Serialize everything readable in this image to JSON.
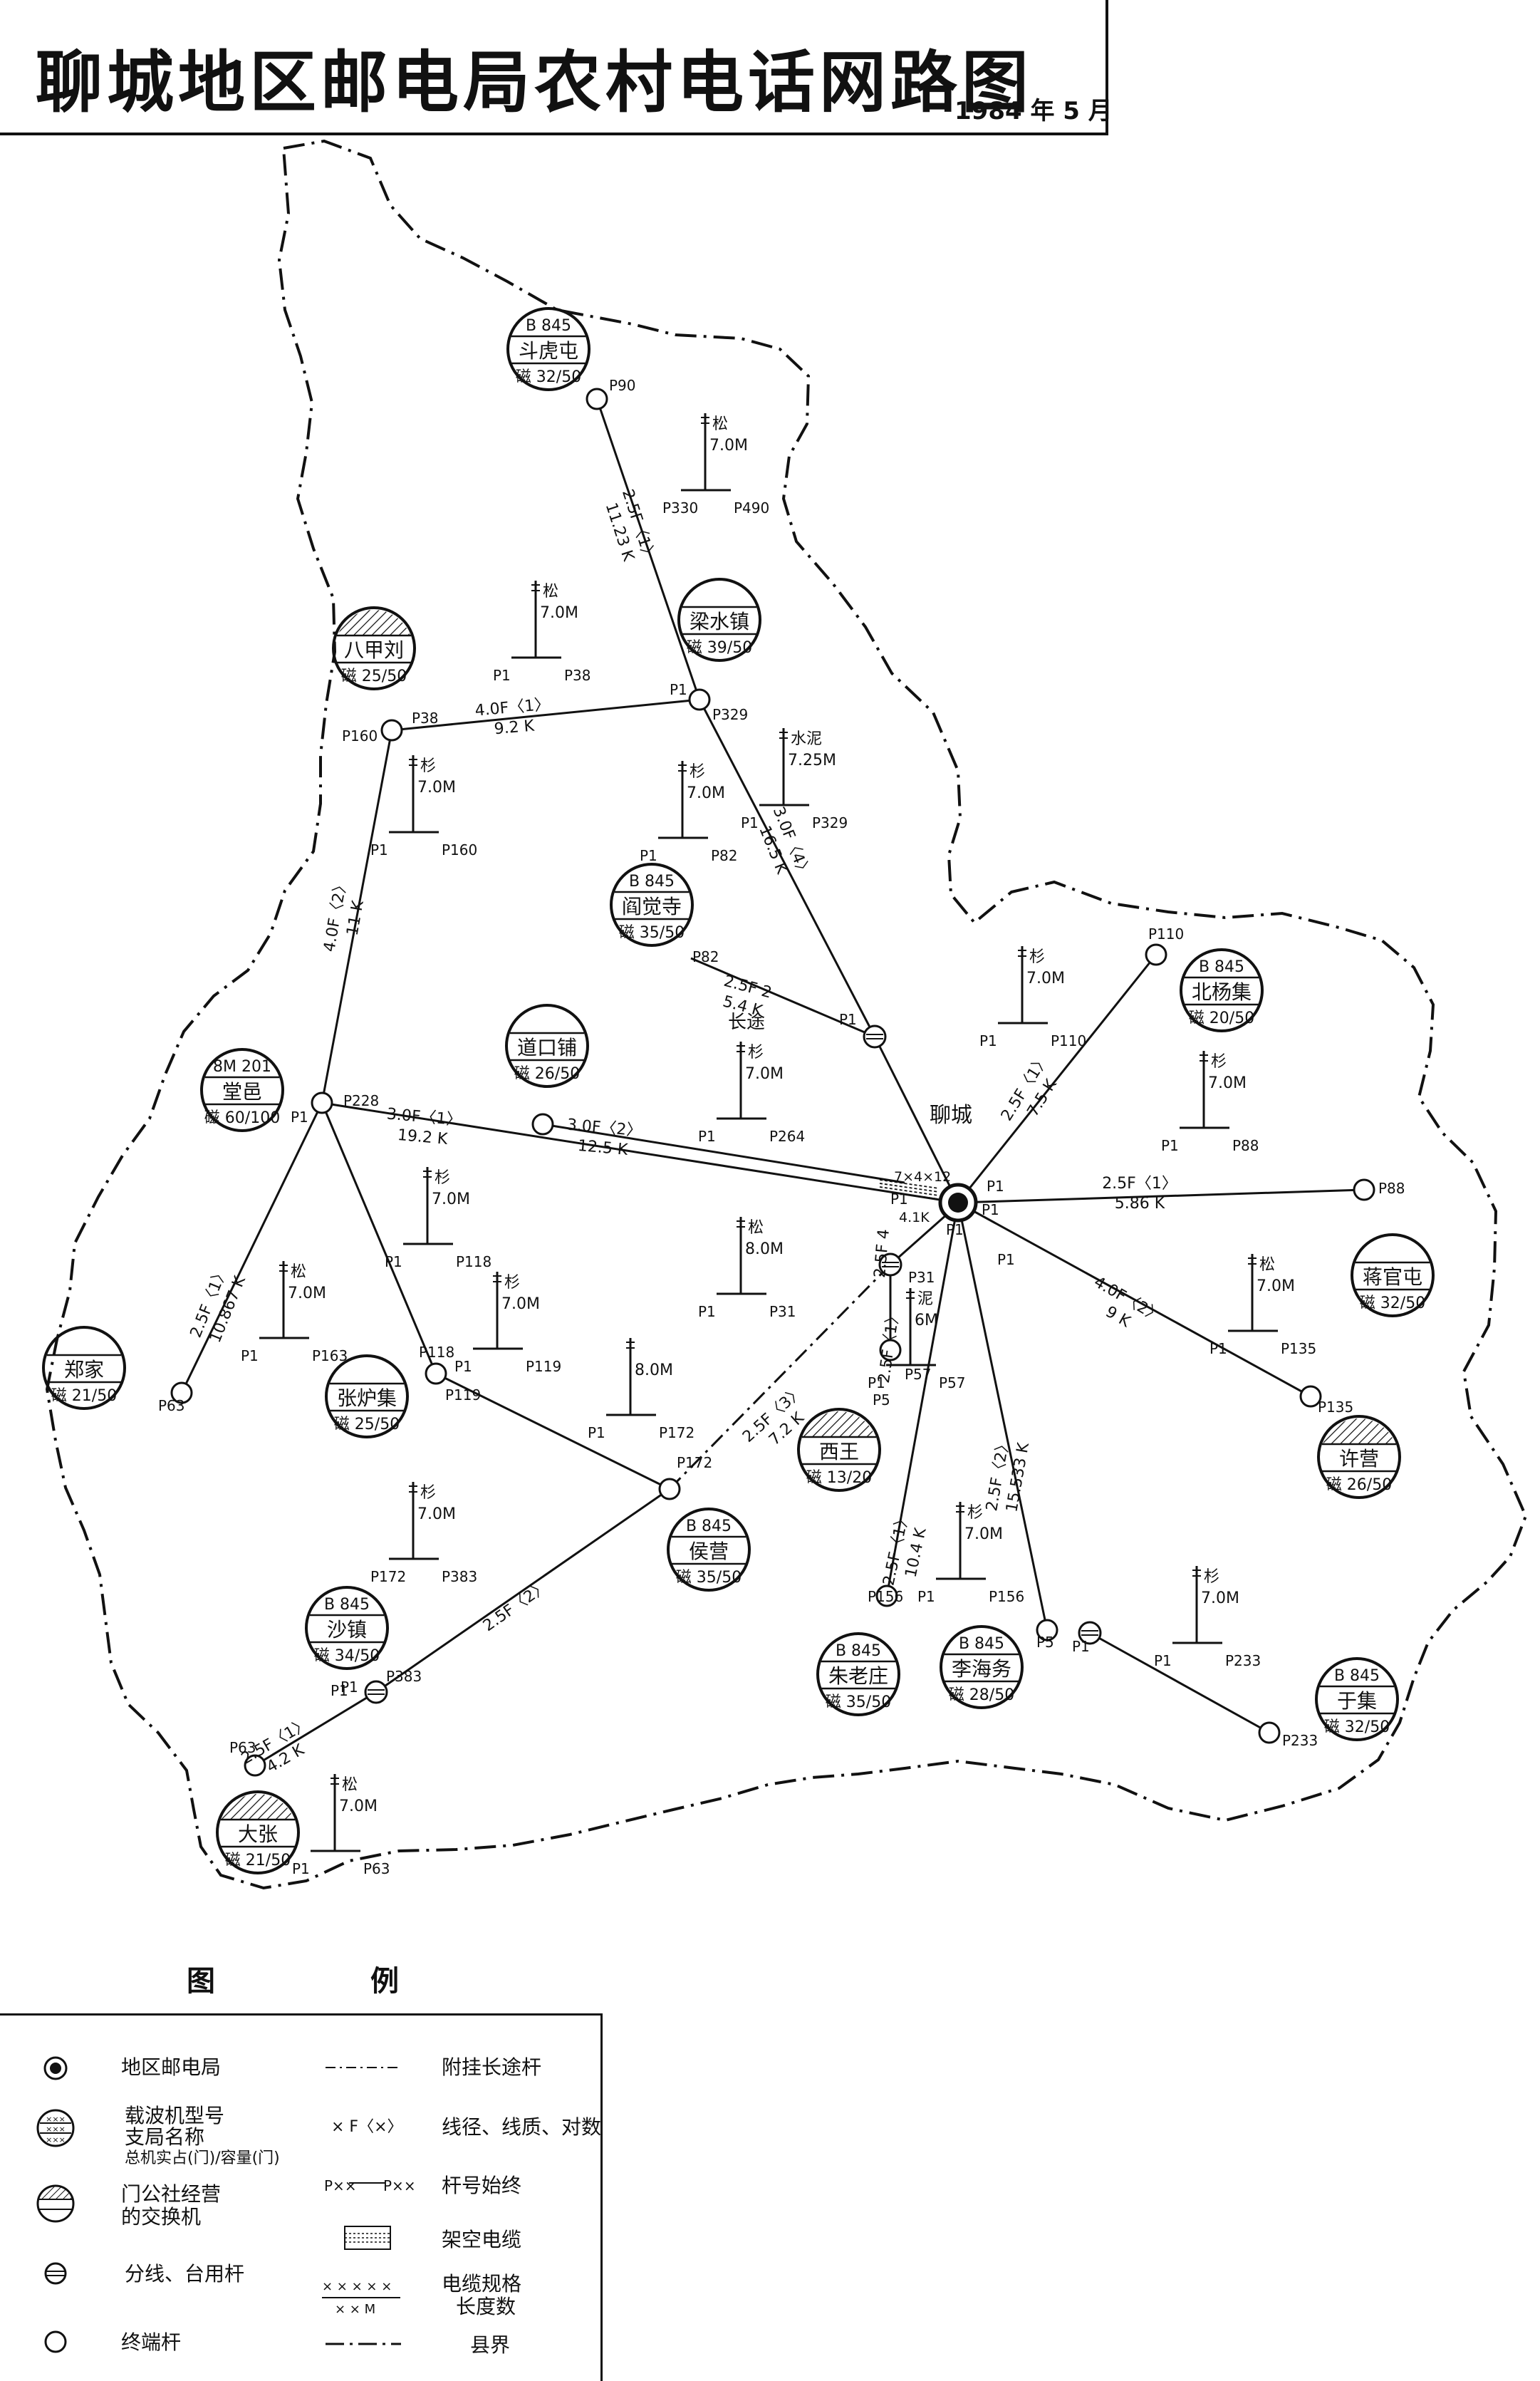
{
  "header": {
    "title": "聊城地区邮电局农村电话网路图",
    "date": "1984 年 5 月"
  },
  "map": {
    "hub": {
      "label": "聊城",
      "trunk_label": "7×4×12",
      "trunk_len": "4.1K"
    },
    "exchanges": [
      {
        "id": "douhutun",
        "model": "B 845",
        "name": "斗虎屯",
        "capacity": "磁 32/50"
      },
      {
        "id": "liangshuizhen",
        "model": "",
        "name": "梁水镇",
        "capacity": "磁 39/50"
      },
      {
        "id": "bajialiu",
        "model": "",
        "name": "八甲刘",
        "capacity": "磁 25/50"
      },
      {
        "id": "yanjuesi",
        "model": "B 845",
        "name": "阎觉寺",
        "capacity": "磁 35/50"
      },
      {
        "id": "beiyangji",
        "model": "B 845",
        "name": "北杨集",
        "capacity": "磁 20/50"
      },
      {
        "id": "tangyi",
        "model": "8M 201",
        "name": "堂邑",
        "capacity": "磁 60/100"
      },
      {
        "id": "daokoupu",
        "model": "",
        "name": "道口铺",
        "capacity": "磁 26/50"
      },
      {
        "id": "zhengjia",
        "model": "",
        "name": "郑家",
        "capacity": "磁 21/50"
      },
      {
        "id": "zhangluji",
        "model": "",
        "name": "张炉集",
        "capacity": "磁 25/50"
      },
      {
        "id": "xiwang",
        "model": "",
        "name": "西王",
        "capacity": "磁 13/20"
      },
      {
        "id": "jiaguantun",
        "model": "",
        "name": "蒋官屯",
        "capacity": "磁 32/50"
      },
      {
        "id": "xuying",
        "model": "",
        "name": "许营",
        "capacity": "磁 26/50"
      },
      {
        "id": "houying",
        "model": "B 845",
        "name": "侯营",
        "capacity": "磁 35/50"
      },
      {
        "id": "shazhen",
        "model": "B 845",
        "name": "沙镇",
        "capacity": "磁 34/50"
      },
      {
        "id": "zhulaozhuang",
        "model": "B 845",
        "name": "朱老庄",
        "capacity": "磁 35/50"
      },
      {
        "id": "lihaiwu",
        "model": "B 845",
        "name": "李海务",
        "capacity": "磁 28/50"
      },
      {
        "id": "yuji",
        "model": "B 845",
        "name": "于集",
        "capacity": "磁 32/50"
      },
      {
        "id": "dazhang",
        "model": "",
        "name": "大张",
        "capacity": "磁 21/50"
      }
    ],
    "line_labels": [
      {
        "spec": "2.5F〈1〉",
        "len": "11.23 K"
      },
      {
        "spec": "4.0F〈1〉",
        "len": "9.2 K"
      },
      {
        "spec": "3.0F〈4〉",
        "len": "16.5 K"
      },
      {
        "spec": "4.0F〈2〉",
        "len": "11 K"
      },
      {
        "spec": "2.5F 2",
        "len": "5.4 K"
      },
      {
        "spec": "2.5F〈1〉",
        "len": "7.5 K"
      },
      {
        "spec": "3.0F〈1〉",
        "len": "19.2 K"
      },
      {
        "spec": "3.0F〈2〉",
        "len": "12.5 K"
      },
      {
        "spec": "2.5F〈1〉",
        "len": "5.86 K"
      },
      {
        "spec": "2.5F〈1〉",
        "len": "10.867 K"
      },
      {
        "spec": "4.0F〈2〉",
        "len": "9 K"
      },
      {
        "spec": "2.5F〈3〉",
        "len": "7.2 K"
      },
      {
        "spec": "2.5F〈1〉",
        "len": "10.4 K"
      },
      {
        "spec": "2.5F〈2〉",
        "len": "15.533 K"
      },
      {
        "spec": "2.5F〈2〉",
        "len": ""
      },
      {
        "spec": "2.5F〈1〉",
        "len": "4.2 K"
      },
      {
        "spec": "2.5F〈1〉",
        "len": ""
      },
      {
        "spec": "2.5F 4",
        "len": ""
      }
    ],
    "poles": [
      {
        "wood": "松",
        "height": "7.0M",
        "from": "P330",
        "to": "P490"
      },
      {
        "wood": "松",
        "height": "7.0M",
        "from": "P1",
        "to": "P38"
      },
      {
        "wood": "水泥",
        "height": "7.25M",
        "from": "P1",
        "to": "P329"
      },
      {
        "wood": "杉",
        "height": "7.0M",
        "from": "P1",
        "to": "P160"
      },
      {
        "wood": "杉",
        "height": "7.0M",
        "from": "P1",
        "to": "P82"
      },
      {
        "wood": "杉",
        "height": "7.0M",
        "from": "P1",
        "to": "P110"
      },
      {
        "wood": "杉",
        "height": "7.0M",
        "from": "P1",
        "to": "P264"
      },
      {
        "wood": "杉",
        "height": "7.0M",
        "from": "P1",
        "to": "P88"
      },
      {
        "wood": "杉",
        "height": "7.0M",
        "from": "P1",
        "to": "P118"
      },
      {
        "wood": "松",
        "height": "8.0M",
        "from": "P1",
        "to": "P31"
      },
      {
        "wood": "松",
        "height": "7.0M",
        "from": "P1",
        "to": "P163"
      },
      {
        "wood": "杉",
        "height": "7.0M",
        "from": "P1",
        "to": "P119"
      },
      {
        "wood": "泥",
        "height": "6M",
        "from": "P1",
        "to": "P57"
      },
      {
        "wood": "松",
        "height": "7.0M",
        "from": "P1",
        "to": "P135"
      },
      {
        "wood": "",
        "height": "8.0M",
        "from": "P1",
        "to": "P172"
      },
      {
        "wood": "杉",
        "height": "7.0M",
        "from": "P172",
        "to": "P383"
      },
      {
        "wood": "杉",
        "height": "7.0M",
        "from": "P1",
        "to": "P156"
      },
      {
        "wood": "杉",
        "height": "7.0M",
        "from": "P1",
        "to": "P233"
      },
      {
        "wood": "松",
        "height": "7.0M",
        "from": "P1",
        "to": "P63"
      }
    ],
    "pole_tags": [
      "P90",
      "P1",
      "P329",
      "P160",
      "P38",
      "P82",
      "P1",
      "P110",
      "P1",
      "P228",
      "P1",
      "P1",
      "P1",
      "P1",
      "P88",
      "P118",
      "P119",
      "P31",
      "P5",
      "P57",
      "P135",
      "P172",
      "P63",
      "P1",
      "P383",
      "P63",
      "P156",
      "P5",
      "P1",
      "P233",
      "P1",
      "P1"
    ],
    "town_label_changtu": "长途"
  },
  "legend": {
    "heading": [
      "图",
      "例"
    ],
    "items": [
      {
        "label": "地区邮电局"
      },
      {
        "label": "载波机型号",
        "sub1": "支局名称",
        "sub2": "总机实占(门)/容量(门)"
      },
      {
        "label": "门公社经营",
        "sub1": "的交换机"
      },
      {
        "label": "分线、台用杆"
      },
      {
        "label": "终端杆"
      },
      {
        "label": "附挂长途杆"
      },
      {
        "label": "线径、线质、对数",
        "symbol": "× F〈×〉"
      },
      {
        "label": "杆号始终",
        "symbol_a": "P××",
        "symbol_b": "P××"
      },
      {
        "label": "架空电缆"
      },
      {
        "label": "电缆规格",
        "sub1": "长度数",
        "symbol_a": "× × × × ×",
        "symbol_b": "× × M"
      },
      {
        "label": "县界"
      }
    ]
  }
}
